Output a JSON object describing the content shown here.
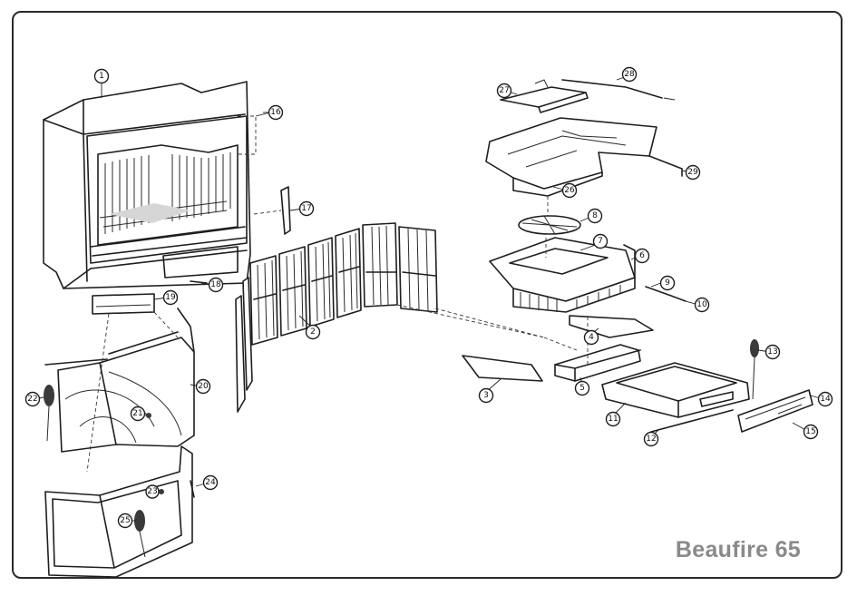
{
  "brand": {
    "label": "Beaufire 65",
    "color": "#8a8a8a"
  },
  "callouts": [
    {
      "n": "1"
    },
    {
      "n": "2"
    },
    {
      "n": "3"
    },
    {
      "n": "4"
    },
    {
      "n": "5"
    },
    {
      "n": "6"
    },
    {
      "n": "7"
    },
    {
      "n": "8"
    },
    {
      "n": "9"
    },
    {
      "n": "10"
    },
    {
      "n": "11"
    },
    {
      "n": "12"
    },
    {
      "n": "13"
    },
    {
      "n": "14"
    },
    {
      "n": "15"
    },
    {
      "n": "16"
    },
    {
      "n": "17"
    },
    {
      "n": "18"
    },
    {
      "n": "19"
    },
    {
      "n": "20"
    },
    {
      "n": "21"
    },
    {
      "n": "22"
    },
    {
      "n": "23"
    },
    {
      "n": "24"
    },
    {
      "n": "25"
    },
    {
      "n": "26"
    },
    {
      "n": "27"
    },
    {
      "n": "28"
    },
    {
      "n": "29"
    }
  ]
}
